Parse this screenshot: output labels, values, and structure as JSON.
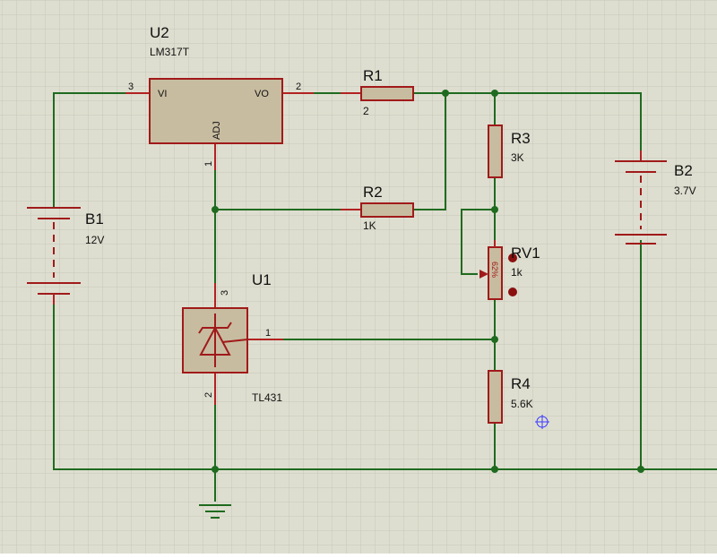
{
  "colors": {
    "background": "#deded0",
    "grid": "#c9c9bd",
    "wire": "#1f6b1f",
    "component": "#a01a1a",
    "component_fill": "#c8bca0",
    "cursor": "#3a3aff"
  },
  "components": {
    "u2": {
      "ref": "U2",
      "value": "LM317T",
      "pin_vi": "VI",
      "pin_vo": "VO",
      "pin_adj": "ADJ",
      "pin3": "3",
      "pin2": "2",
      "pin1": "1"
    },
    "u1": {
      "ref": "U1",
      "value": "TL431",
      "pin3": "3",
      "pin1": "1",
      "pin2": "2"
    },
    "r1": {
      "ref": "R1",
      "value": "2"
    },
    "r2": {
      "ref": "R2",
      "value": "1K"
    },
    "r3": {
      "ref": "R3",
      "value": "3K"
    },
    "r4": {
      "ref": "R4",
      "value": "5.6K"
    },
    "rv1": {
      "ref": "RV1",
      "value": "1k",
      "percent": "62%"
    },
    "b1": {
      "ref": "B1",
      "value": "12V"
    },
    "b2": {
      "ref": "B2",
      "value": "3.7V"
    }
  }
}
